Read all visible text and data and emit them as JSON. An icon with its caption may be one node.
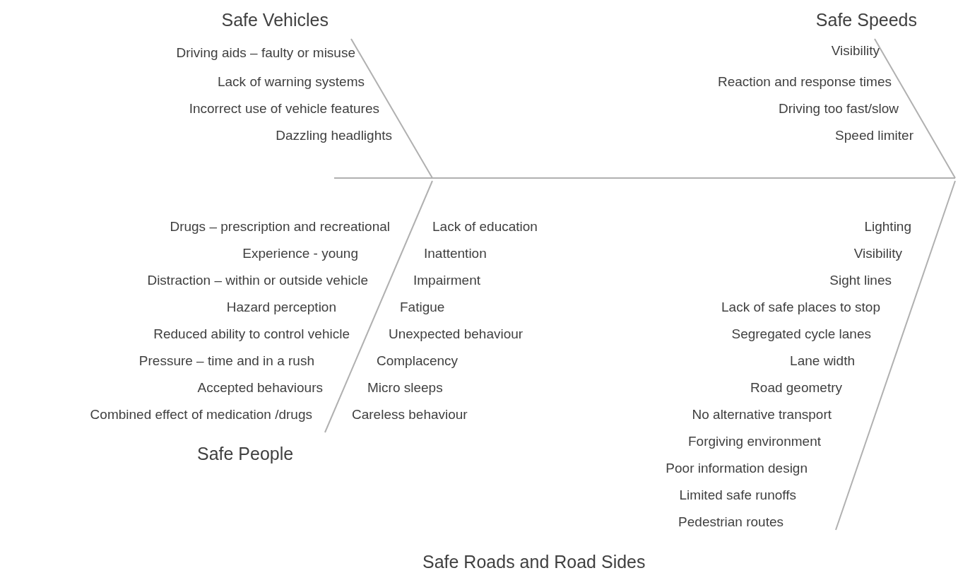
{
  "diagram": {
    "labels": [
      "Safe Vehicles",
      "Driving aids – faulty or misuse",
      "Lack of warning systems",
      "Incorrect use of vehicle features",
      "Dazzling headlights",
      "Safe Speeds",
      "Visibility",
      "Reaction and response times",
      "Driving too fast/slow",
      "Speed limiter",
      "Drugs – prescription and recreational",
      "Experience - young",
      "Distraction – within or outside vehicle",
      "Hazard perception",
      "Reduced ability to control vehicle",
      "Pressure – time and in a rush",
      "Accepted behaviours",
      "Combined effect of medication /drugs",
      "Lack of education",
      "Inattention",
      "Impairment",
      "Fatigue",
      "Unexpected behaviour",
      "Complacency",
      "Micro sleeps",
      "Careless behaviour",
      "Safe People",
      "Lighting",
      "Visibility",
      "Sight lines",
      "Lack of safe places to stop",
      "Segregated cycle lanes",
      "Lane width",
      "Road geometry",
      "No alternative transport",
      "Forgiving environment",
      "Poor information design",
      "Limited safe runoffs",
      "Pedestrian routes",
      "Safe Roads and Road Sides"
    ]
  }
}
